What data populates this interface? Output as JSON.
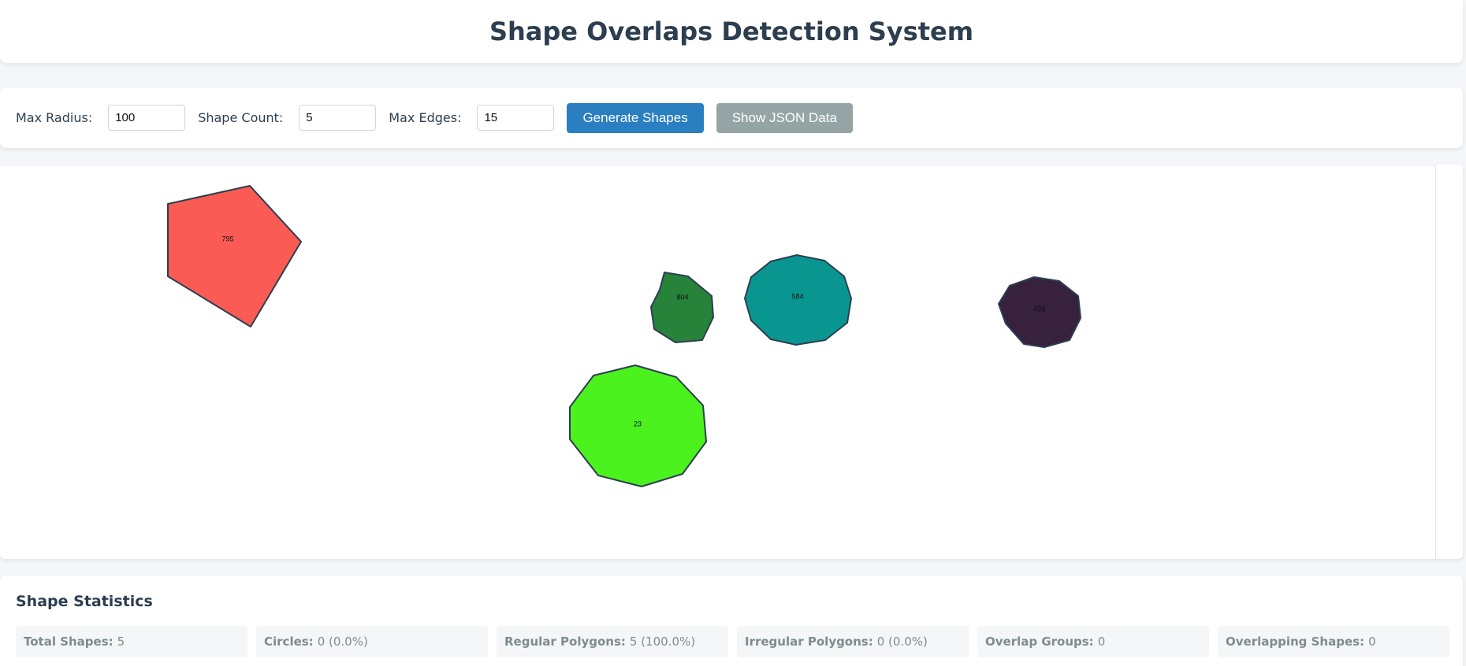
{
  "header": {
    "title": "Shape Overlaps Detection System"
  },
  "controls": {
    "max_radius_label": "Max Radius:",
    "max_radius_value": "100",
    "shape_count_label": "Shape Count:",
    "shape_count_value": "5",
    "max_edges_label": "Max Edges:",
    "max_edges_value": "15",
    "generate_label": "Generate Shapes",
    "show_json_label": "Show JSON Data"
  },
  "colors": {
    "primary_button": "#2a7fc1",
    "secondary_button": "#95a5a6",
    "shape_stroke": "#2c3e50"
  },
  "shapes": [
    {
      "id": "795",
      "type": "regular polygon",
      "sides": 5,
      "color": "#fa5b54"
    },
    {
      "id": "804",
      "type": "regular polygon",
      "sides": 7,
      "color": "#27833a"
    },
    {
      "id": "584",
      "type": "regular polygon",
      "sides": 11,
      "color": "#0a9690"
    },
    {
      "id": "426",
      "type": "regular polygon",
      "sides": 9,
      "color": "#38213d"
    },
    {
      "id": "23",
      "type": "regular polygon",
      "sides": 9,
      "color": "#4cf21d"
    }
  ],
  "stats": {
    "title": "Shape Statistics",
    "items": [
      {
        "label": "Total Shapes:",
        "value": "5"
      },
      {
        "label": "Circles:",
        "value": "0 (0.0%)"
      },
      {
        "label": "Regular Polygons:",
        "value": "5 (100.0%)"
      },
      {
        "label": "Irregular Polygons:",
        "value": "0 (0.0%)"
      },
      {
        "label": "Overlap Groups:",
        "value": "0"
      },
      {
        "label": "Overlapping Shapes:",
        "value": "0"
      }
    ]
  }
}
